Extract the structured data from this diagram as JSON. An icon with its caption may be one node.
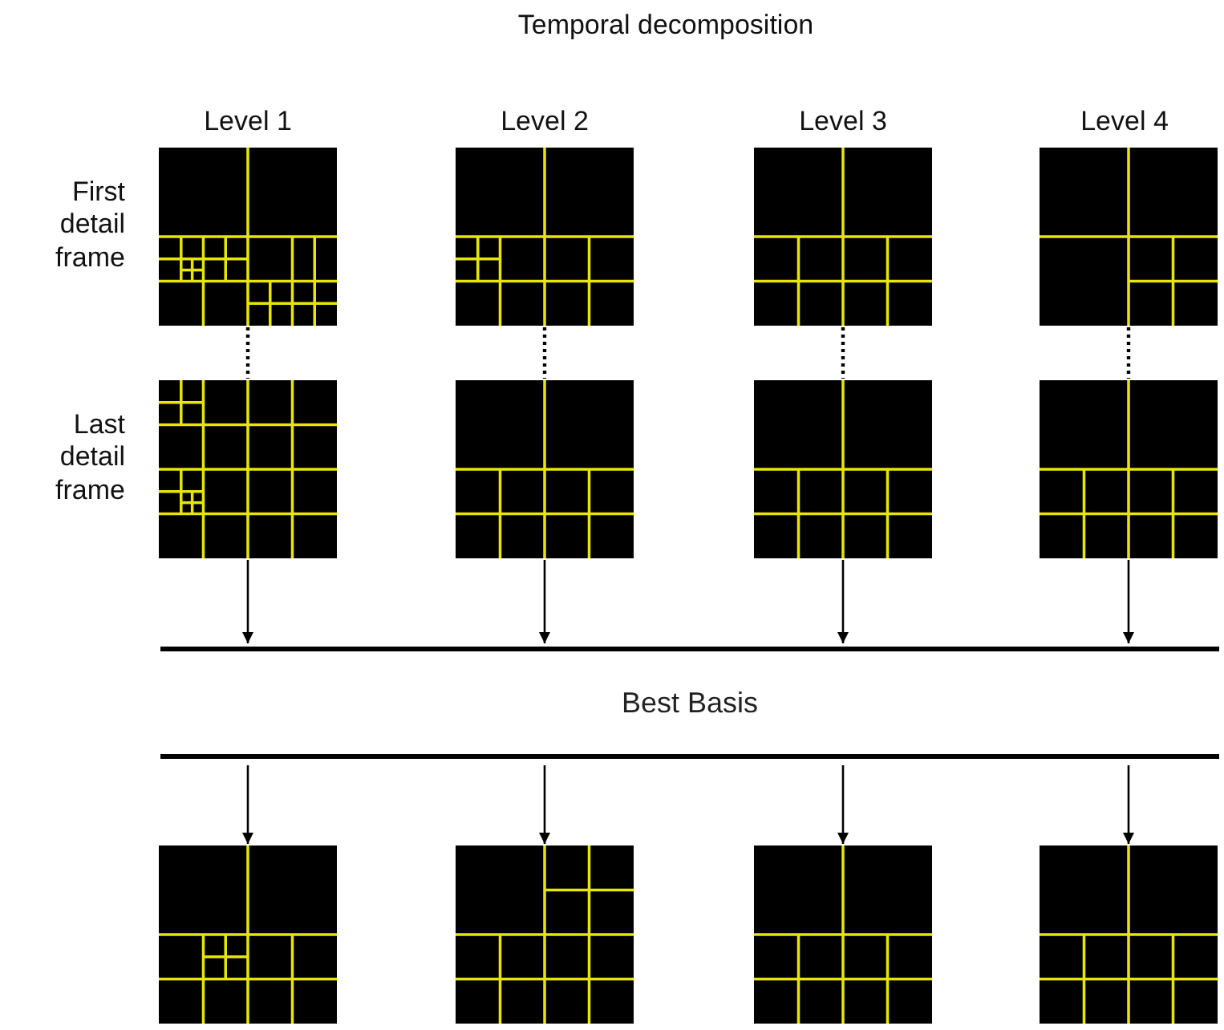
{
  "diagram": {
    "title": "Temporal decomposition",
    "nodes": [
      {
        "text": [],
        "shape": "box"
      },
      {
        "text": [],
        "shape": "box"
      },
      {
        "text": [],
        "shape": "box"
      },
      {
        "text": [],
        "shape": "box"
      },
      {
        "text": [],
        "shape": "box"
      },
      {
        "text": [],
        "shape": "box"
      },
      {
        "text": [],
        "shape": "box"
      },
      {
        "text": [],
        "shape": "box"
      },
      {
        "text": [
          "Best Basis"
        ]
      },
      {
        "text": [],
        "shape": "box"
      },
      {
        "text": [],
        "shape": "box"
      },
      {
        "text": [],
        "shape": "box"
      },
      {
        "text": [],
        "shape": "box"
      }
    ],
    "edges": [
      {
        "from": 0,
        "to": 4,
        "arrow": "none",
        "style": "dashed"
      },
      {
        "from": 1,
        "to": 5,
        "arrow": "none",
        "style": "dashed"
      },
      {
        "from": 2,
        "to": 6,
        "arrow": "none",
        "style": "dashed"
      },
      {
        "from": 3,
        "to": 7,
        "arrow": "none",
        "style": "dashed"
      },
      {
        "from": 4,
        "to": 8,
        "arrow": "to"
      },
      {
        "from": 5,
        "to": 8,
        "arrow": "to"
      },
      {
        "from": 6,
        "to": 8,
        "arrow": "to"
      },
      {
        "from": 7,
        "to": 8,
        "arrow": "to"
      },
      {
        "from": 8,
        "to": 9,
        "arrow": "to"
      },
      {
        "from": 8,
        "to": 10,
        "arrow": "to"
      },
      {
        "from": 8,
        "to": 11,
        "arrow": "to"
      },
      {
        "from": 8,
        "to": 12,
        "arrow": "to"
      }
    ],
    "labels": [
      "Level 1",
      "Level 2",
      "Level 3",
      "Level 4",
      "First detail frame",
      "Last detail frame"
    ]
  }
}
